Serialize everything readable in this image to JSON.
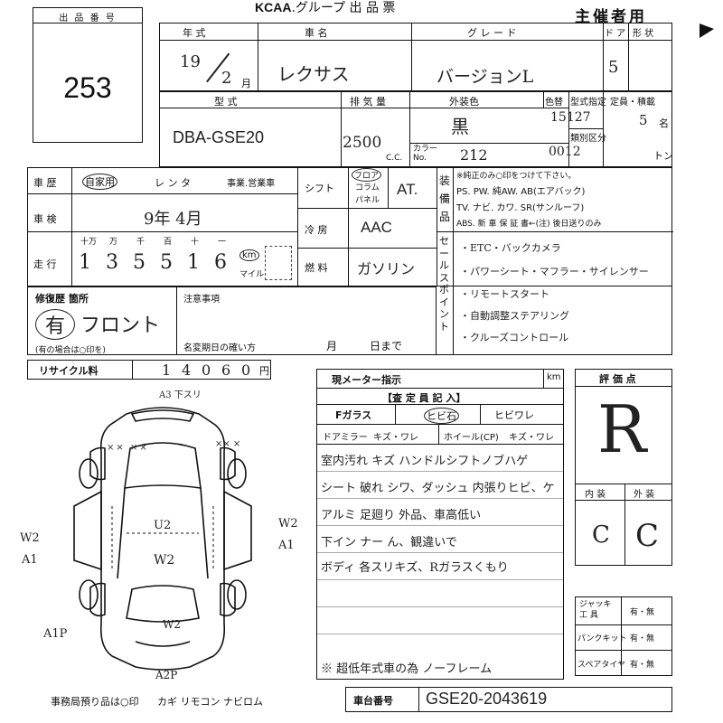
{
  "header": {
    "lot_label": "出 品 番 号",
    "lot_number": "253",
    "brand": "KCAA",
    "group_title": ".グループ 出 品 票",
    "host_label": "主催者用"
  },
  "row1": {
    "year_label": "年 式",
    "make_label": "車 名",
    "grade_label": "グ レ ー ド",
    "doors_label": "ド ア",
    "body_label": "形 状",
    "year_value": "19",
    "month_value": "2",
    "month_unit": "月",
    "make_value": "レクサス",
    "grade_value": "バージョンL",
    "doors_value": "5"
  },
  "row2": {
    "type_label": "型 式",
    "displacement_label": "排 気 量",
    "color_label": "外装色",
    "color_change_label": "色替",
    "type_designation_label": "型式指定",
    "capacity_label": "定員・積載",
    "class_label": "類別区分",
    "type_value": "DBA-GSE20",
    "displacement_value": "2500",
    "cc_unit": "C.C.",
    "color_value": "黒",
    "color_no_label": "カラー No.",
    "color_no_value": "212",
    "type_designation_value": "15127",
    "class_value": "0012",
    "capacity_value": "5",
    "capacity_unit": "名",
    "load_unit": "トン"
  },
  "history": {
    "history_label": "車 歴",
    "private_option": "自家用",
    "rental_option": "レ ン タ",
    "business_option": "事業.営業車",
    "inspection_label": "車 検",
    "inspection_value": "9年 4月",
    "mileage_label": "走 行",
    "mileage_digits_labels": [
      "十万",
      "万",
      "千",
      "百",
      "十",
      "一"
    ],
    "mileage_digits": [
      "1",
      "3",
      "5",
      "5",
      "1",
      "6"
    ],
    "km_label": "km",
    "mile_label": "マイル"
  },
  "shift": {
    "shift_label": "シフト",
    "floor": "フロア",
    "column": "コラム",
    "panel": "パネル",
    "shift_value": "AT.",
    "ac_label": "冷 房",
    "ac_value": "AAC",
    "fuel_label": "燃 料",
    "fuel_value": "ガソリン"
  },
  "equipment": {
    "label": "装 備 品",
    "note": "※純正のみ○印をつけて下さい。",
    "row1": "PS. PW. 純AW. AB(エアバック)",
    "row2": "TV. ナビ. カワ. SR(サンルーフ)",
    "row3": "ABS. 新 車 保 証 書←(注) 後日送りのみ"
  },
  "sales_points": {
    "label": "セールスポイント",
    "items": [
      "・ETC・バックカメラ",
      "・パワーシート・マフラー・サイレンサー",
      "・リモートスタート",
      "・自動調整ステアリング",
      "・クルーズコントロール"
    ]
  },
  "repair": {
    "label": "修復歴 箇所",
    "value_mark": "有",
    "value_text": "フロント",
    "hint": "(有の場合は○印を)",
    "notes_label": "注意事項",
    "change_label": "名変期日の確い方",
    "month_unit": "月",
    "day_unit": "日まで"
  },
  "recycle": {
    "label": "リサイクル料",
    "digits": [
      "1",
      "4",
      "0",
      "6",
      "0"
    ],
    "unit": "円"
  },
  "inspector": {
    "meter_label": "現メーター指示",
    "km_unit": "km",
    "inspector_title": "【査 定 員 記 入】",
    "f_glass_label": "Fガラス",
    "chip_option": "ヒビ石",
    "crack_option": "ヒビワレ",
    "door_mirror_label": "ドアミラー",
    "door_mirror_value": "キズ・ワレ",
    "wheel_label": "ホイール(CP)",
    "wheel_value": "キズ・ワレ",
    "notes": [
      "室内汚れ キズ ハンドルシフトノブハゲ",
      "シート 破れ シワ、ダッシュ 内張りヒビ、ケ",
      "アルミ 足廻り 外品、車高低い",
      "下イン ナー ん、観違いで",
      "ボディ 各スリキズ、Rガラスくもり"
    ],
    "footer_note": "※ 超低年式車の為 ノーフレーム"
  },
  "rating": {
    "label": "評 価 点",
    "value": "R",
    "interior_label": "内 装",
    "exterior_label": "外 装",
    "interior_value": "C",
    "exterior_value": "C"
  },
  "tools": {
    "jack_label": "ジャッキ 工 具",
    "puncture_label": "パンクキット",
    "spare_label": "スペアタイヤ",
    "option": "有・無"
  },
  "chassis": {
    "label": "車台番号",
    "value": "GSE20-2043619"
  },
  "diagram": {
    "top_mark": "A3 下スリ",
    "left_top": "×× ××",
    "right_top": "×× ×",
    "left_mark1": "W2",
    "left_mark2": "A1",
    "right_mark1": "W2",
    "right_mark2": "A1",
    "center_mark1": "U2",
    "center_mark2": "W2",
    "rear_mark": "W2",
    "bottom_left": "A1P",
    "bottom_center": "A2P"
  },
  "footer": {
    "office_note": "事務局預り品は○印",
    "items": "カギ リモコン ナビロム"
  }
}
